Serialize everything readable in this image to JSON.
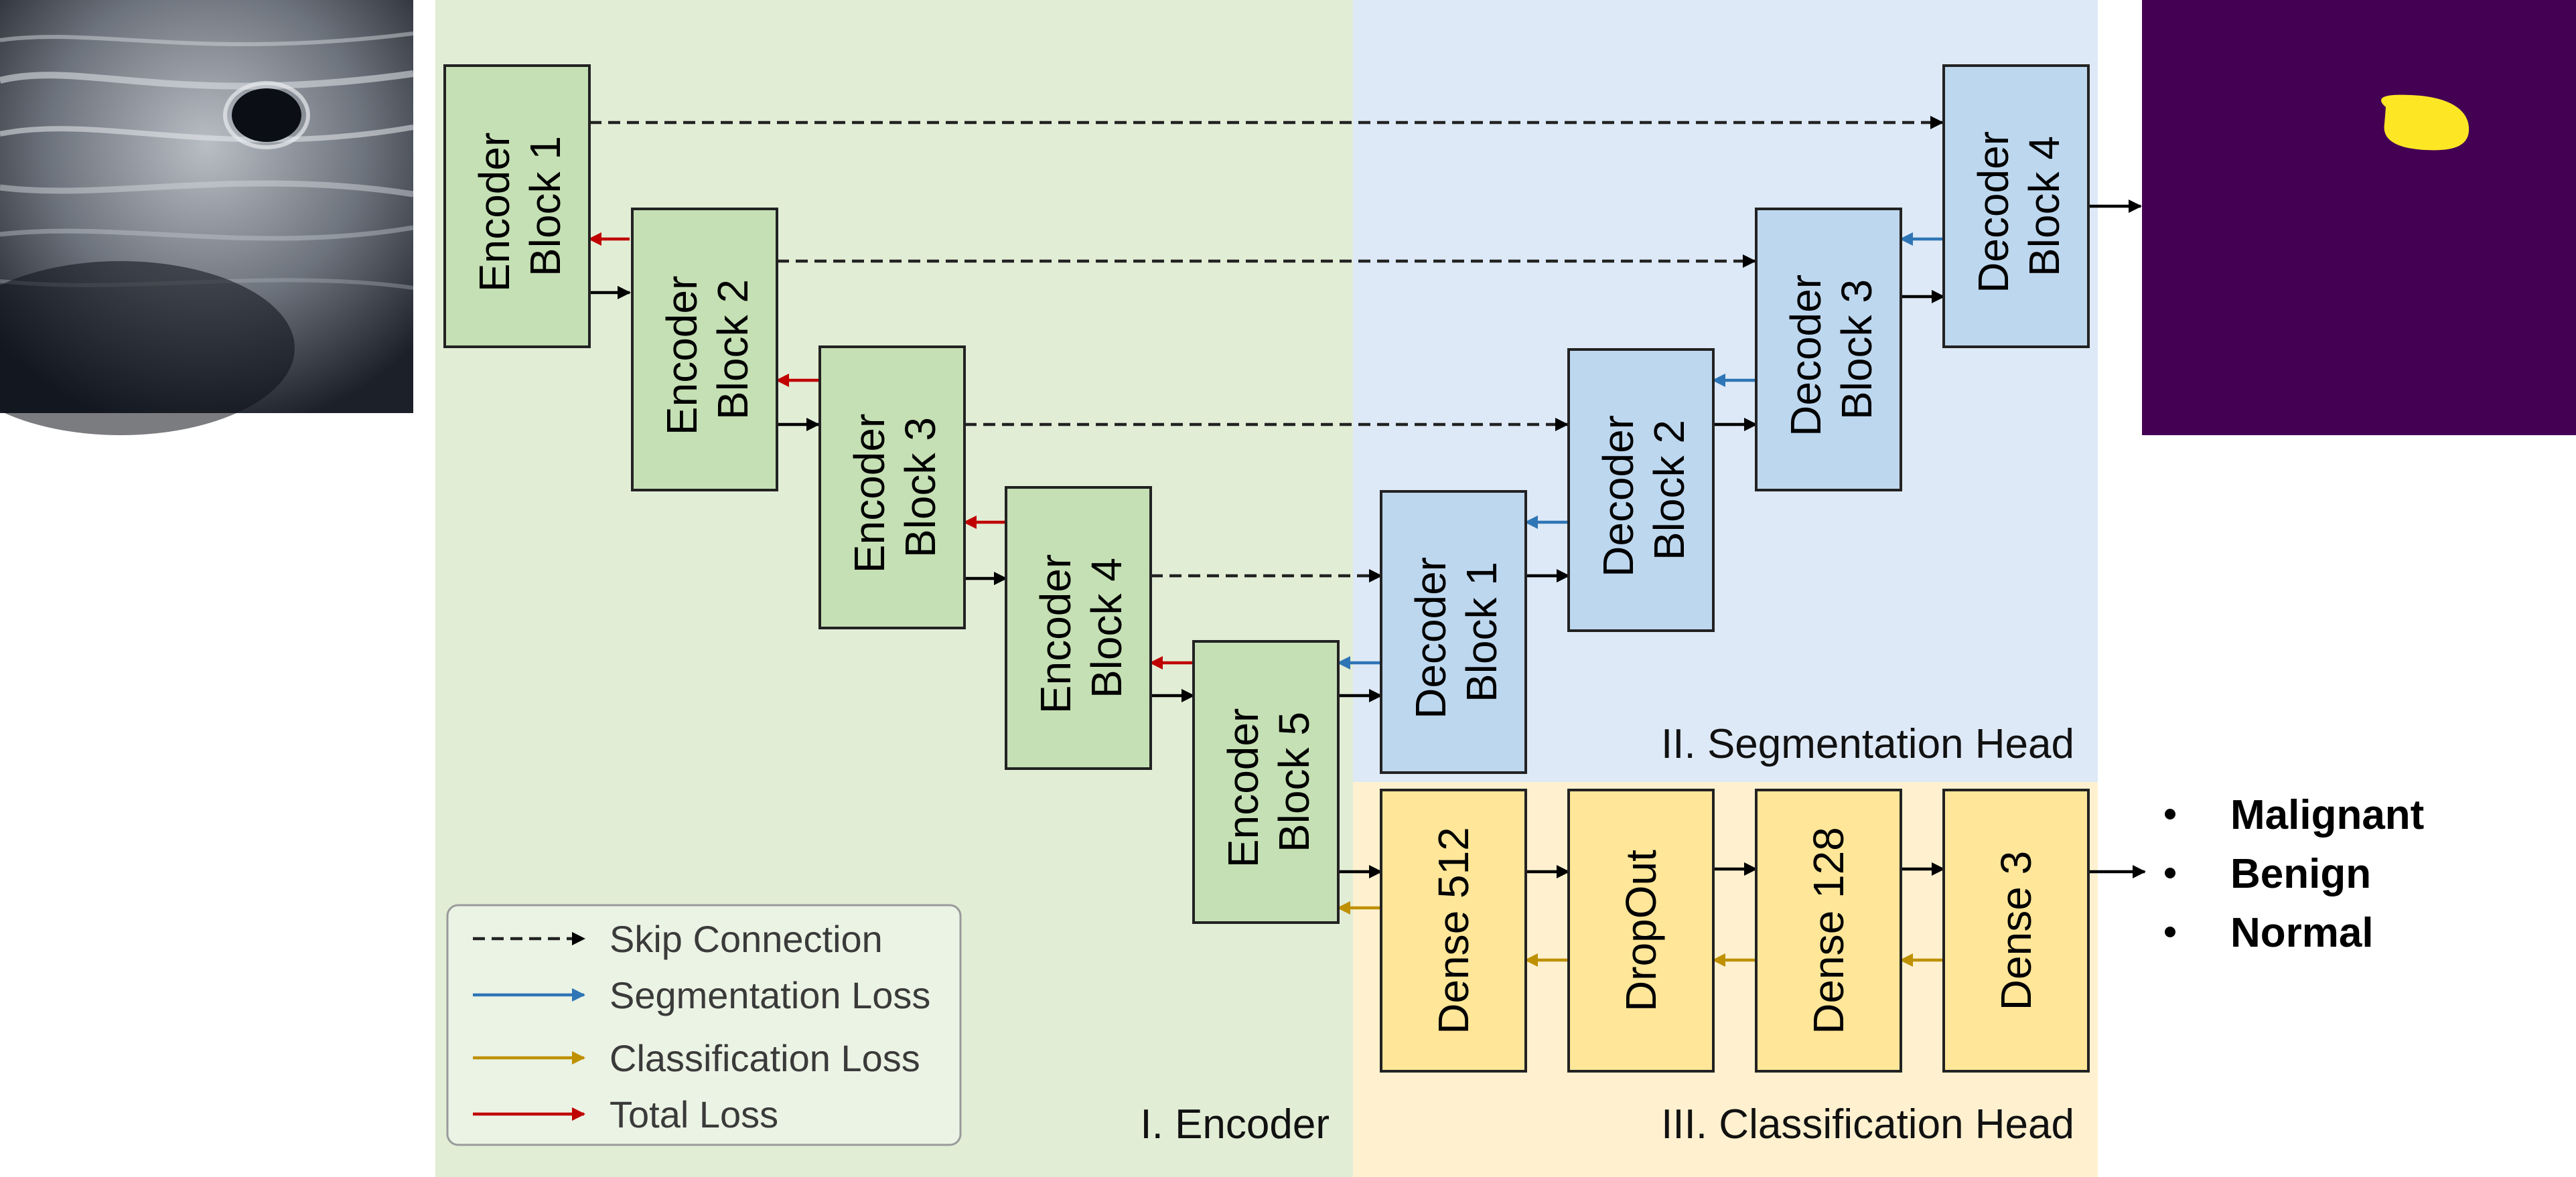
{
  "regions": {
    "encoder": {
      "label": "I. Encoder",
      "color": "#e2edd6"
    },
    "segmentation": {
      "label": "II. Segmentation Head",
      "color": "#dde9f6"
    },
    "classification": {
      "label": "III. Classification Head",
      "color": "#fff1cf"
    }
  },
  "encoder_blocks": [
    {
      "line1": "Encoder",
      "line2": "Block 1"
    },
    {
      "line1": "Encoder",
      "line2": "Block 2"
    },
    {
      "line1": "Encoder",
      "line2": "Block 3"
    },
    {
      "line1": "Encoder",
      "line2": "Block 4"
    },
    {
      "line1": "Encoder",
      "line2": "Block 5"
    }
  ],
  "decoder_blocks": [
    {
      "line1": "Decoder",
      "line2": "Block 1"
    },
    {
      "line1": "Decoder",
      "line2": "Block 2"
    },
    {
      "line1": "Decoder",
      "line2": "Block 3"
    },
    {
      "line1": "Decoder",
      "line2": "Block 4"
    }
  ],
  "dense_blocks": [
    {
      "label": "Dense 512"
    },
    {
      "label": "DropOut"
    },
    {
      "label": "Dense 128"
    },
    {
      "label": "Dense 3"
    }
  ],
  "outputs": {
    "classes": [
      "Malignant",
      "Benign",
      "Normal"
    ]
  },
  "legend": {
    "skip": "Skip Connection",
    "segmentation_loss": "Segmentation Loss",
    "classification_loss": "Classification Loss",
    "total_loss": "Total Loss"
  },
  "colors": {
    "encoder_fill": "#c5e0b4",
    "decoder_fill": "#bdd7ee",
    "dense_fill": "#ffe699",
    "segmentation_loss": "#2e75b6",
    "classification_loss": "#bf9000",
    "total_loss": "#c00000",
    "mask_background": "#440154",
    "mask_lesion": "#fde725"
  },
  "images": {
    "input": "breast-ultrasound-image",
    "output": "segmentation-mask"
  }
}
